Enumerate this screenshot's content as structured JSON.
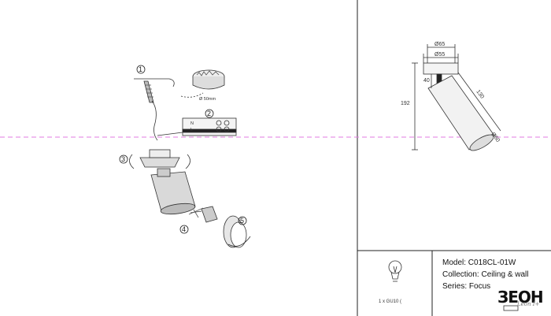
{
  "drawing": {
    "steps": [
      "1",
      "2",
      "3",
      "4",
      "5"
    ],
    "cutout_label": "Ø 50mm",
    "terminal_labels": [
      "N",
      "L"
    ]
  },
  "dimensions": {
    "d_outer": "Ø65",
    "d_inner": "Ø55",
    "height": "192",
    "body_length": "130",
    "body_dia": "Ø60",
    "mount_height": "40"
  },
  "lamp": {
    "label": "1 x GU10 ("
  },
  "info": {
    "model": "Model: C018CL-01W",
    "collection": "Collection: Ceiling & wall",
    "series": "Series: Focus"
  },
  "brand": {
    "name": "ЗЕОН",
    "sub": "Leon I+"
  },
  "colors": {
    "axis_line": "#e07be0",
    "frame": "#222222"
  }
}
